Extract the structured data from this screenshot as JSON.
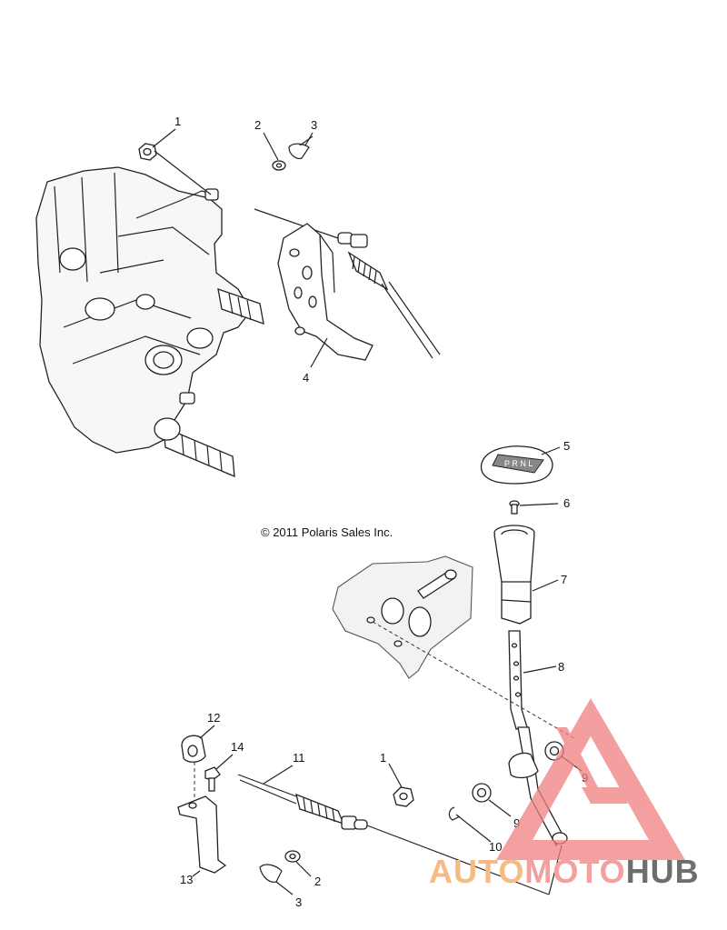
{
  "copyright": "© 2011 Polaris Sales Inc.",
  "callouts": [
    "1",
    "2",
    "3",
    "4",
    "5",
    "6",
    "7",
    "8",
    "9",
    "9",
    "10",
    "1",
    "11",
    "12",
    "13",
    "14",
    "2",
    "3"
  ],
  "watermark": {
    "word_part1": "AUTO",
    "word_part2": "MOTO",
    "word_part3": "HUB",
    "colors": {
      "auto": "#f4bb84",
      "moto": "#f3a0a0",
      "hub": "#6e6e6e",
      "triangle": "#f08080"
    }
  }
}
